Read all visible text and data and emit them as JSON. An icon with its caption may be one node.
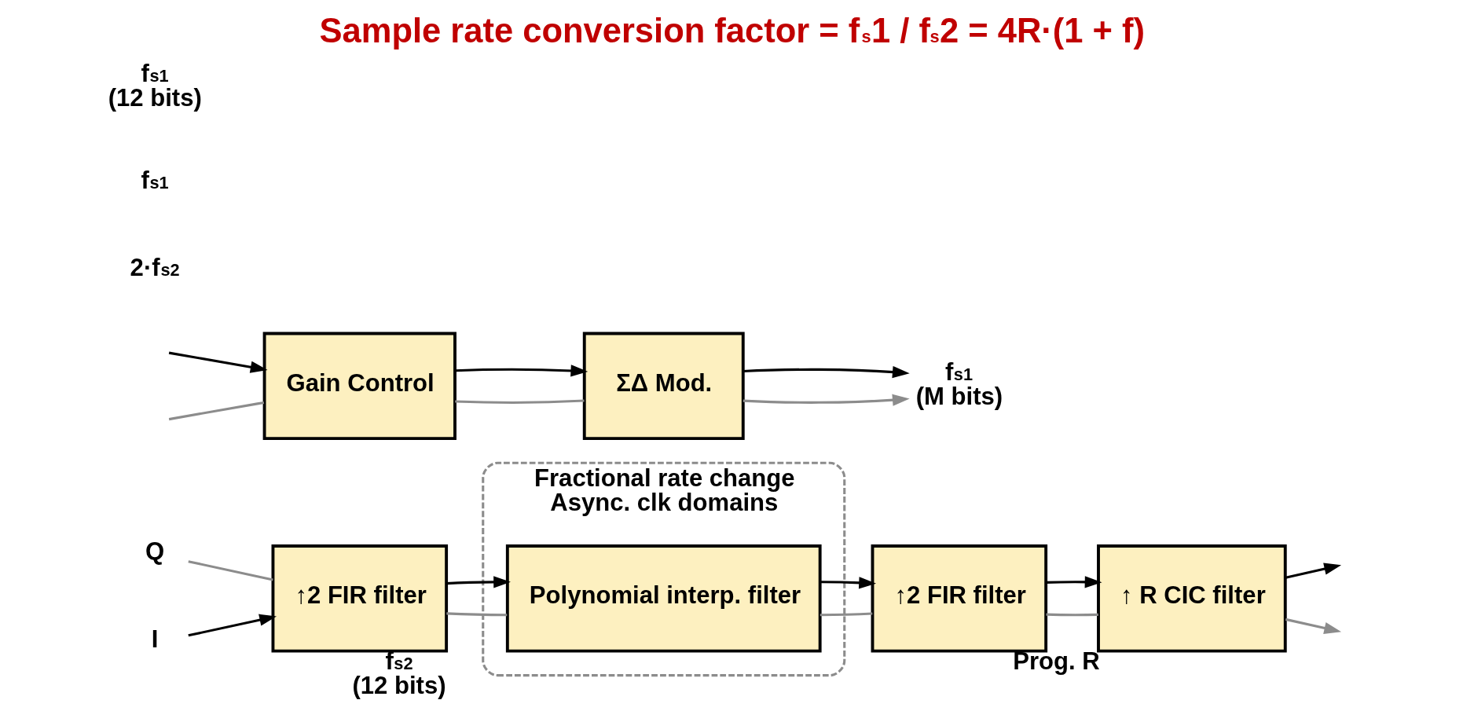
{
  "diagram": {
    "title": "Sample rate conversion factor = f$_{s}$1 / f$_{s}$2 = 4R·(1 + f)",
    "nodes": [
      {
        "text": [
          "Q"
        ]
      },
      {
        "text": [
          "I"
        ]
      },
      {
        "text": [
          "↑2 FIR filter"
        ],
        "beside": [
          "f$_{s2}$ (12 bits)"
        ]
      },
      {
        "text": [
          "Fractional rate change",
          "Async. clk domains"
        ]
      },
      {
        "text": [
          "Polynomial interp. filter"
        ],
        "in": 3
      },
      {
        "text": [
          "↑2 FIR filter"
        ]
      },
      {
        "text": [
          "↑ R CIC filter"
        ],
        "beside": [
          "Prog. R"
        ]
      },
      {
        "text": [
          "Gain Control"
        ]
      },
      {
        "text": [
          "ΣΔ Mod."
        ]
      },
      {
        "text": [
          "f$_{s1}$ (M bits)"
        ]
      }
    ],
    "edges": [
      {
        "from": 0,
        "to": 2,
        "arrow": "none",
        "color": "#8c8c8c"
      },
      {
        "from": 1,
        "to": 2,
        "arrow": "to",
        "color": "#000000"
      },
      {
        "from": 2,
        "to": 4,
        "arrow": "none",
        "color": "#8c8c8c"
      },
      {
        "from": 2,
        "to": 4,
        "arrow": "to",
        "color": "#000000"
      },
      {
        "from": 4,
        "to": 5,
        "arrow": "none",
        "color": "#8c8c8c"
      },
      {
        "from": 4,
        "to": 5,
        "arrow": "to",
        "color": "#000000"
      },
      {
        "from": 5,
        "to": 6,
        "arrow": "none",
        "color": "#8c8c8c"
      },
      {
        "from": 5,
        "to": 6,
        "arrow": "to",
        "color": "#000000"
      },
      {
        "from": 6,
        "to": null,
        "arrow": "to",
        "color": "#8c8c8c"
      },
      {
        "from": 6,
        "to": null,
        "arrow": "to",
        "color": "#000000"
      },
      {
        "from": null,
        "to": 7,
        "arrow": "none",
        "color": "#8c8c8c"
      },
      {
        "from": null,
        "to": 7,
        "arrow": "to",
        "color": "#000000"
      },
      {
        "from": 7,
        "to": 8,
        "arrow": "none",
        "color": "#8c8c8c"
      },
      {
        "from": 7,
        "to": 8,
        "arrow": "to",
        "color": "#000000"
      },
      {
        "from": 8,
        "to": 9,
        "arrow": "to",
        "color": "#8c8c8c"
      },
      {
        "from": 8,
        "to": 9,
        "arrow": "to",
        "color": "#000000"
      }
    ],
    "labels": [
      "2·f$_{s2}$",
      "f$_{s1}$",
      "f$_{s1}$ (12 bits)"
    ]
  }
}
